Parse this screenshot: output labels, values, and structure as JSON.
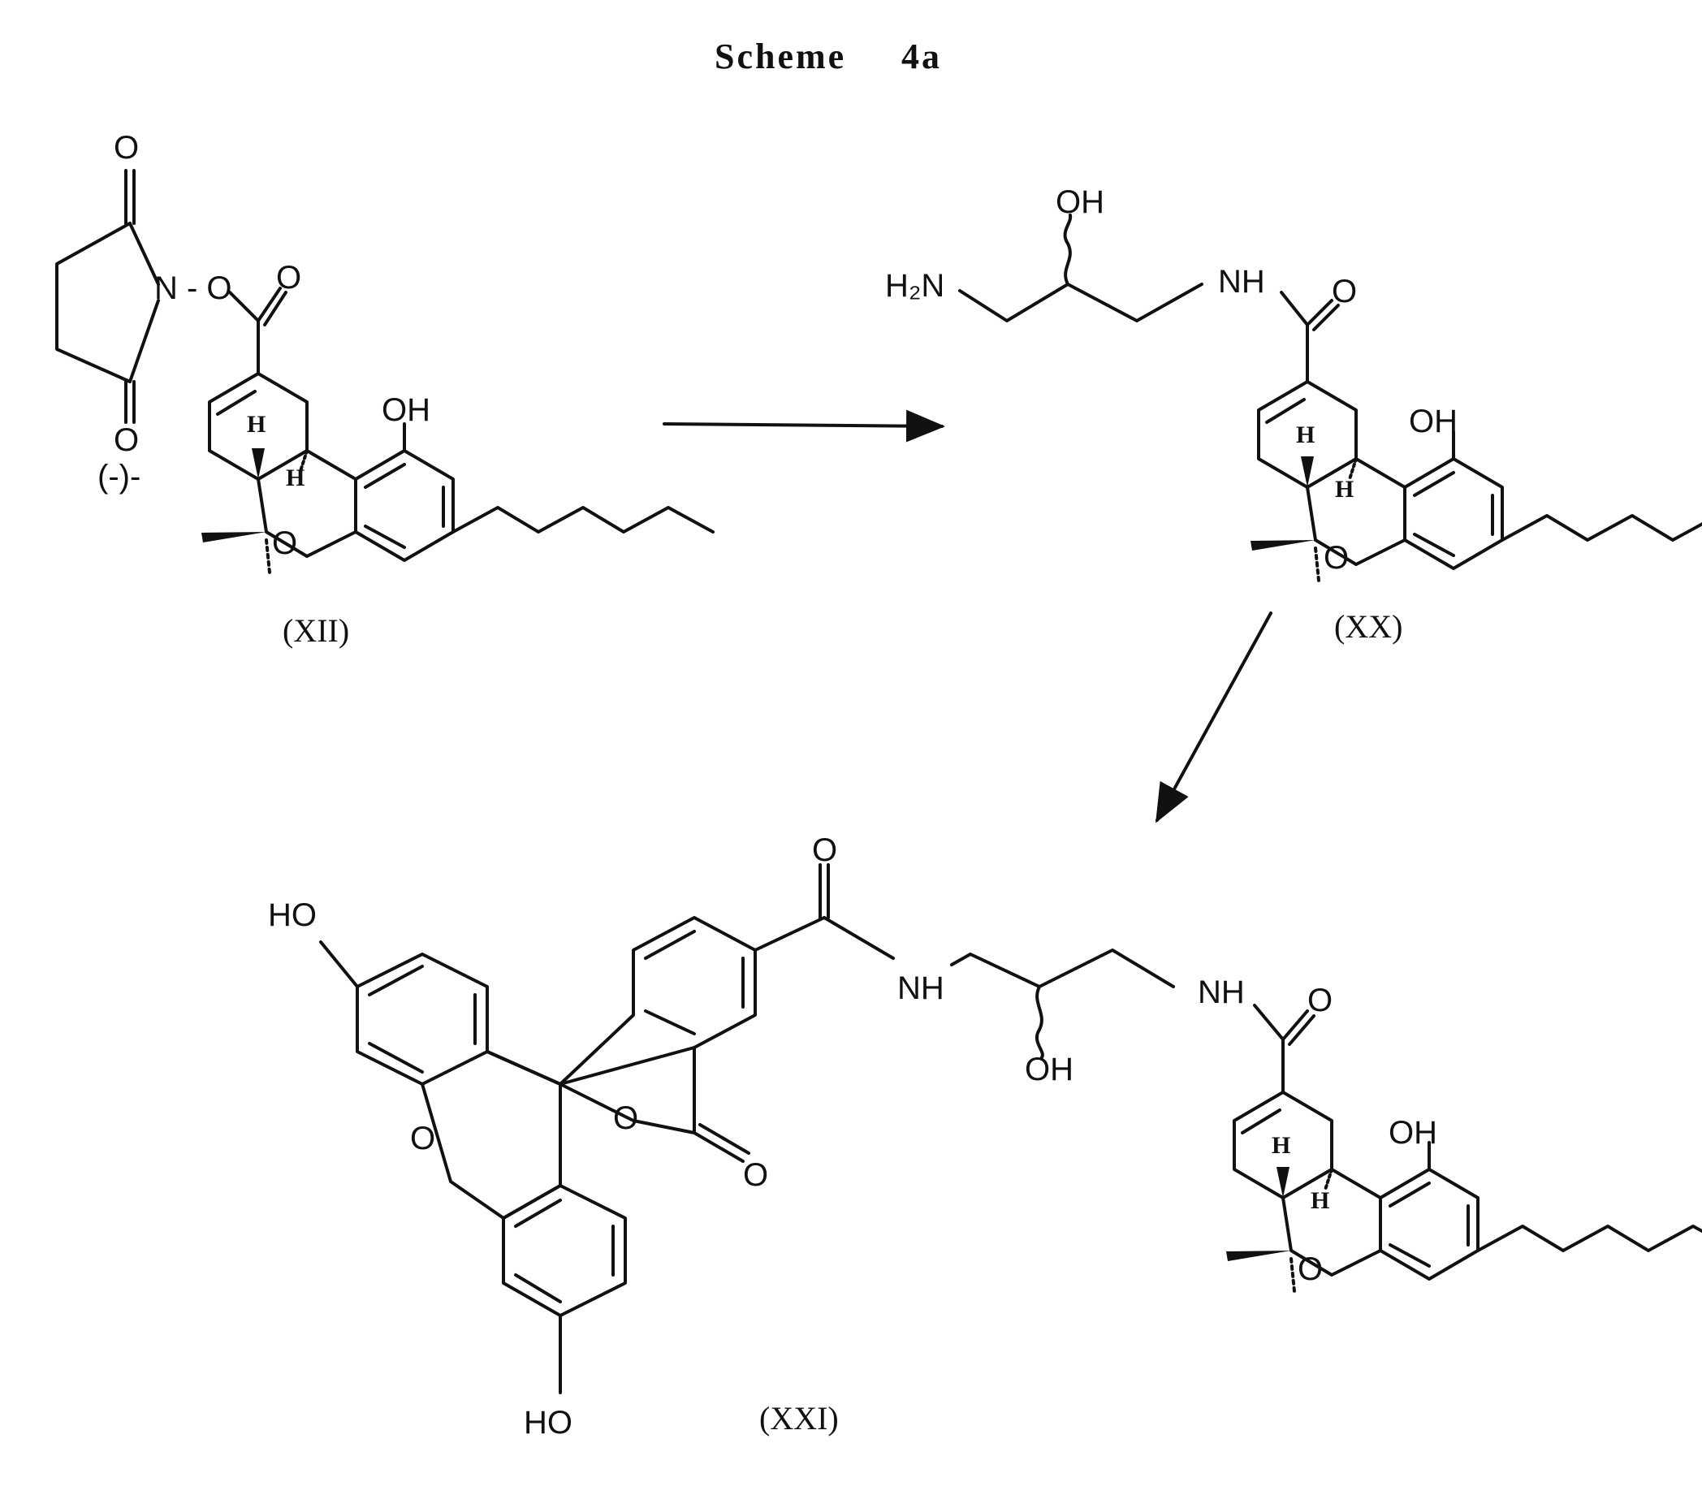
{
  "scheme": {
    "title": "Scheme",
    "number": "4a"
  },
  "compounds": {
    "xii": {
      "label": "(XII)",
      "prefix": "(-)-"
    },
    "xx": {
      "label": "(XX)"
    },
    "xxi": {
      "label": "(XXI)"
    }
  },
  "atoms": {
    "O": "O",
    "OH": "OH",
    "HO": "HO",
    "NH": "NH",
    "H2N": "H₂N",
    "N": "N",
    "NO_link": "N - O",
    "H": "H"
  },
  "colors": {
    "ink": "#111111",
    "background": "#ffffff"
  }
}
